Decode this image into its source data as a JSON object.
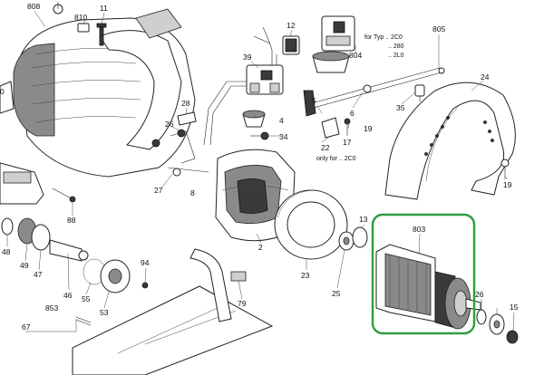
{
  "labels": {
    "p808": "808",
    "p810": "810",
    "p11": "11",
    "p12": "12",
    "p39": "39",
    "p28": "28",
    "p4": "4",
    "p34": "34",
    "p26a": "26",
    "p27": "27",
    "p8": "8",
    "p88": "88",
    "p48": "48",
    "p49": "49",
    "p47": "47",
    "p46": "46",
    "p853": "853",
    "p55": "55",
    "p53": "53",
    "p94": "94",
    "p2": "2",
    "p23": "23",
    "p79": "79",
    "p67": "67",
    "p804": "804",
    "p805": "805",
    "p35": "35",
    "p24": "24",
    "p6": "6",
    "p5": "5",
    "p19a": "19",
    "p22": "22",
    "p17": "17",
    "p19b": "19",
    "p13": "13",
    "p803": "803",
    "p25": "25",
    "p26b": "26",
    "p15": "15",
    "p0": "0"
  },
  "notes": {
    "typ_line1": "for Typ .. 2C0",
    "typ_line2": ".. 280",
    "typ_line3": ".. 2L0",
    "only_for": "only for .. 2C0"
  },
  "highlight": {
    "color": "#2e9e3e",
    "label": "803"
  }
}
